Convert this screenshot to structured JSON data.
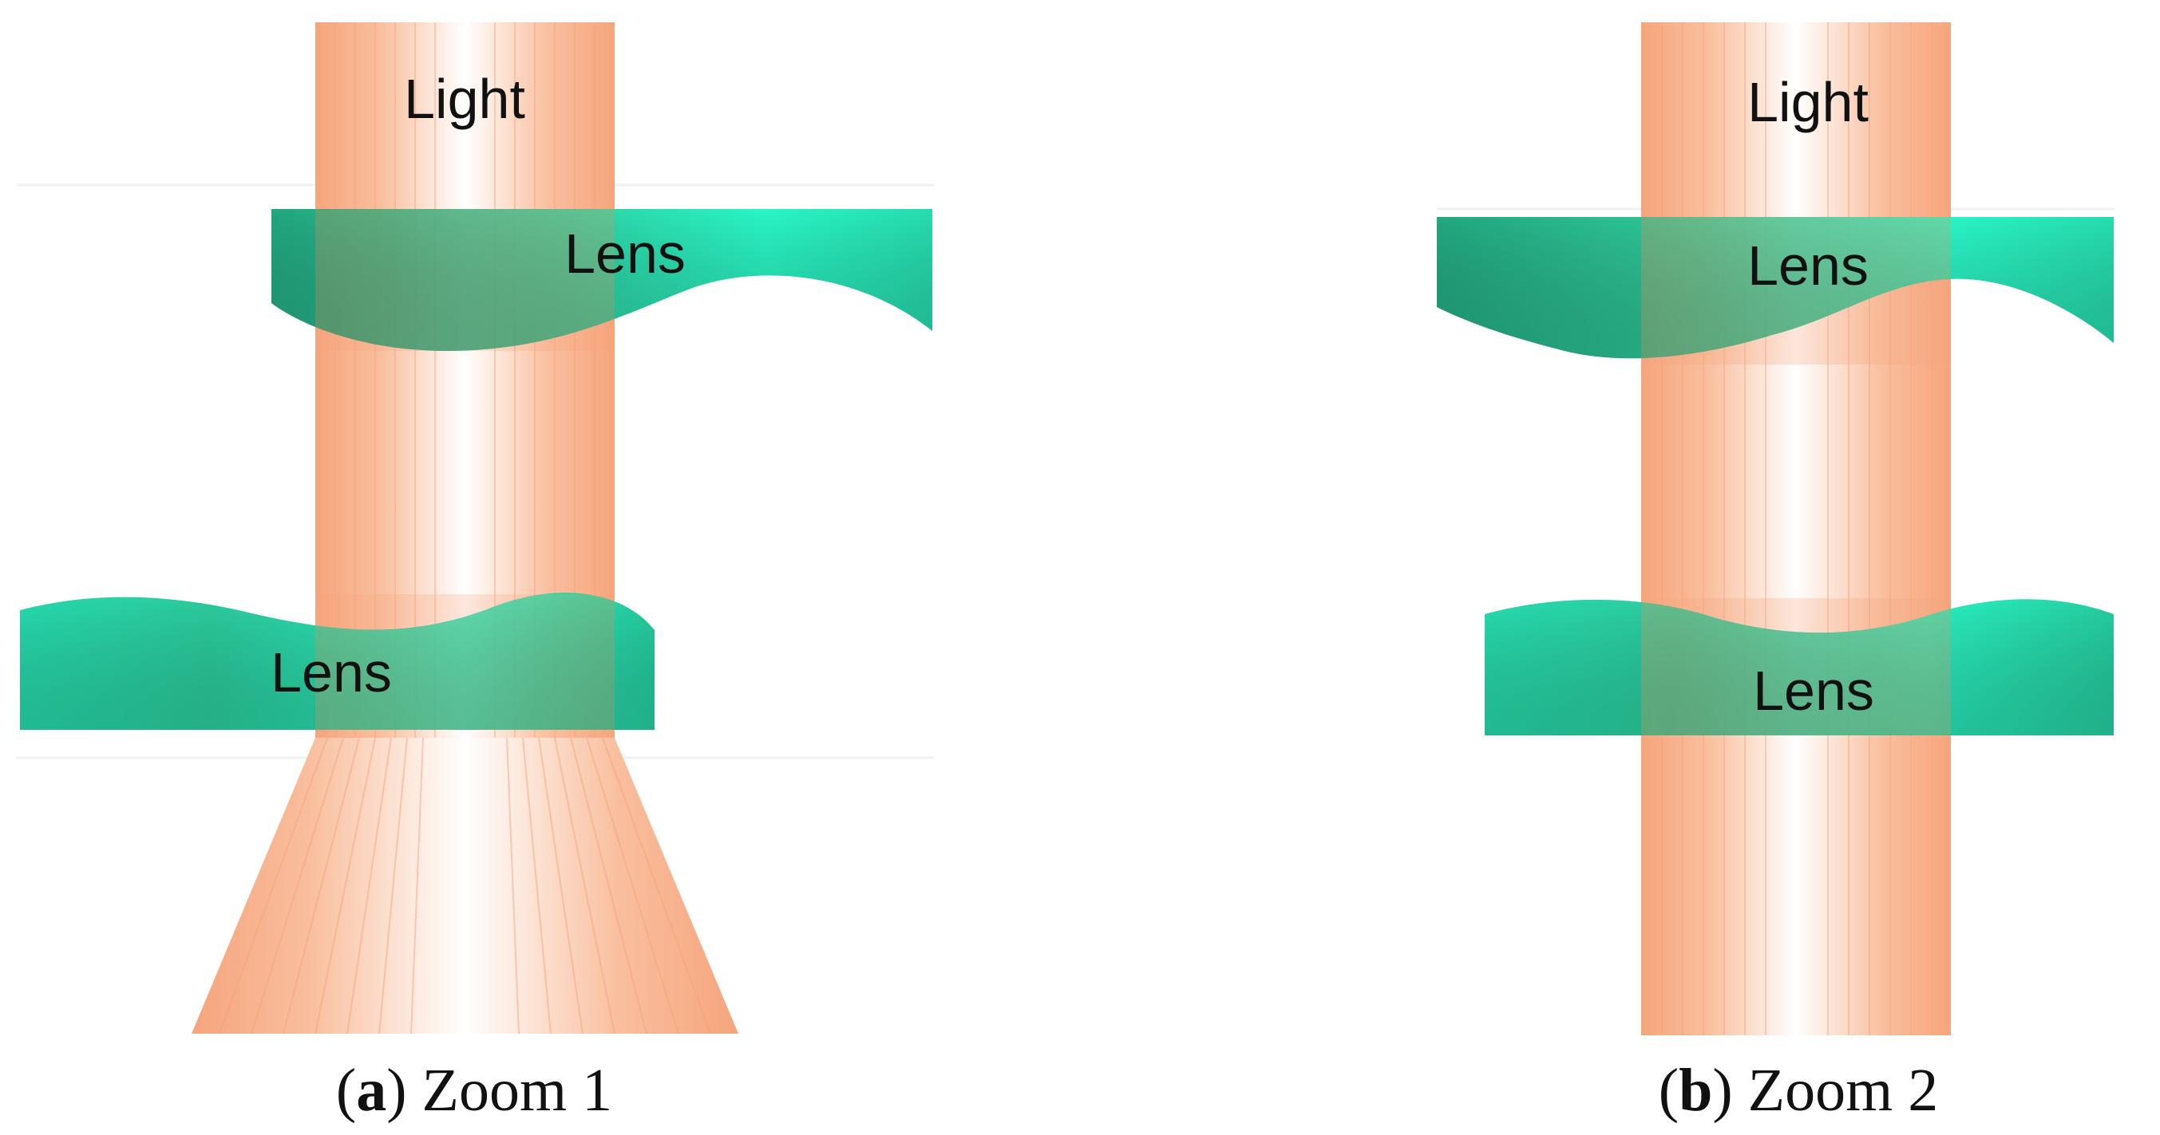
{
  "colors": {
    "beam": "#f6a57c",
    "beam_light": "#fde3d3",
    "lens_dark": "#0a9e72",
    "lens_light": "#11f5c0",
    "text": "#111111"
  },
  "panels": [
    {
      "light_label": "Light",
      "top_lens_label": "Lens",
      "bottom_lens_label": "Lens",
      "caption_letter": "a",
      "caption_open": "(",
      "caption_rest": ") Zoom 1"
    },
    {
      "light_label": "Light",
      "top_lens_label": "Lens",
      "bottom_lens_label": "Lens",
      "caption_letter": "b",
      "caption_open": "(",
      "caption_rest": ") Zoom 2"
    }
  ]
}
